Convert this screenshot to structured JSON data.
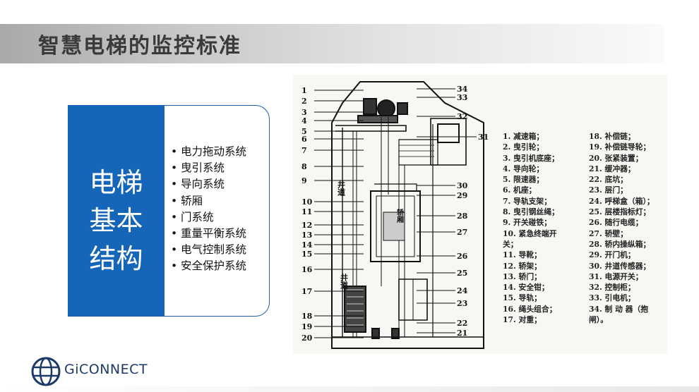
{
  "title": "智慧电梯的监控标准",
  "card": {
    "heading": [
      "电梯",
      "基本",
      "结构"
    ],
    "bullet": "•",
    "items": [
      "电力拖动系统",
      "曳引系统",
      "导向系统",
      "轿厢",
      "门系统",
      "重量平衡系统",
      "电气控制系统",
      "安全保护系统"
    ]
  },
  "diagram": {
    "left_numbers": [
      "1",
      "2",
      "3",
      "4",
      "5",
      "6",
      "7",
      "8",
      "9",
      "10",
      "11",
      "12",
      "13",
      "14",
      "15",
      "16",
      "17",
      "18",
      "19",
      "20"
    ],
    "right_numbers": [
      "34",
      "33",
      "32",
      "31",
      "30",
      "29",
      "28",
      "27",
      "26",
      "25",
      "24",
      "23",
      "22",
      "21"
    ],
    "shaft_label_top": "井道",
    "shaft_label_bottom": "井道",
    "car_label": "轿厢",
    "legend_col1": [
      "1. 减速箱；",
      "2. 曳引轮；",
      "3. 曳引机底座；",
      "4. 导向轮；",
      "5. 限速器；",
      "6. 机座；",
      "7. 导轨支架；",
      "8. 曳引钢丝绳；",
      "9. 开关碰铁；",
      "10. 紧急终端开",
      "关；",
      "11. 导靴；",
      "12. 轿架；",
      "13. 轿门；",
      "14. 安全钳；",
      "15. 导轨；",
      "16. 绳头组合；",
      "17. 对重；"
    ],
    "legend_col2": [
      "18. 补偿链；",
      "19. 补偿链导轮；",
      "20. 张紧装置；",
      "21. 缓冲器；",
      "22. 底坑；",
      "23. 层门；",
      "24. 呼梯盒（箱）；",
      "25. 层楼指标灯；",
      "26. 随行电缆；",
      "27. 轿壁；",
      "28. 轿内操纵箱；",
      "29. 开门机；",
      "30. 井道传感器；",
      "31. 电源开关；",
      "32. 控制柜；",
      "33. 引电机；",
      "34. 制 动 器（抱",
      "闸）。"
    ]
  },
  "brand": {
    "name": "GiCONNECT",
    "icon": "globe-icon",
    "color": "#1b3a66"
  },
  "colors": {
    "accent": "#1565b8"
  }
}
